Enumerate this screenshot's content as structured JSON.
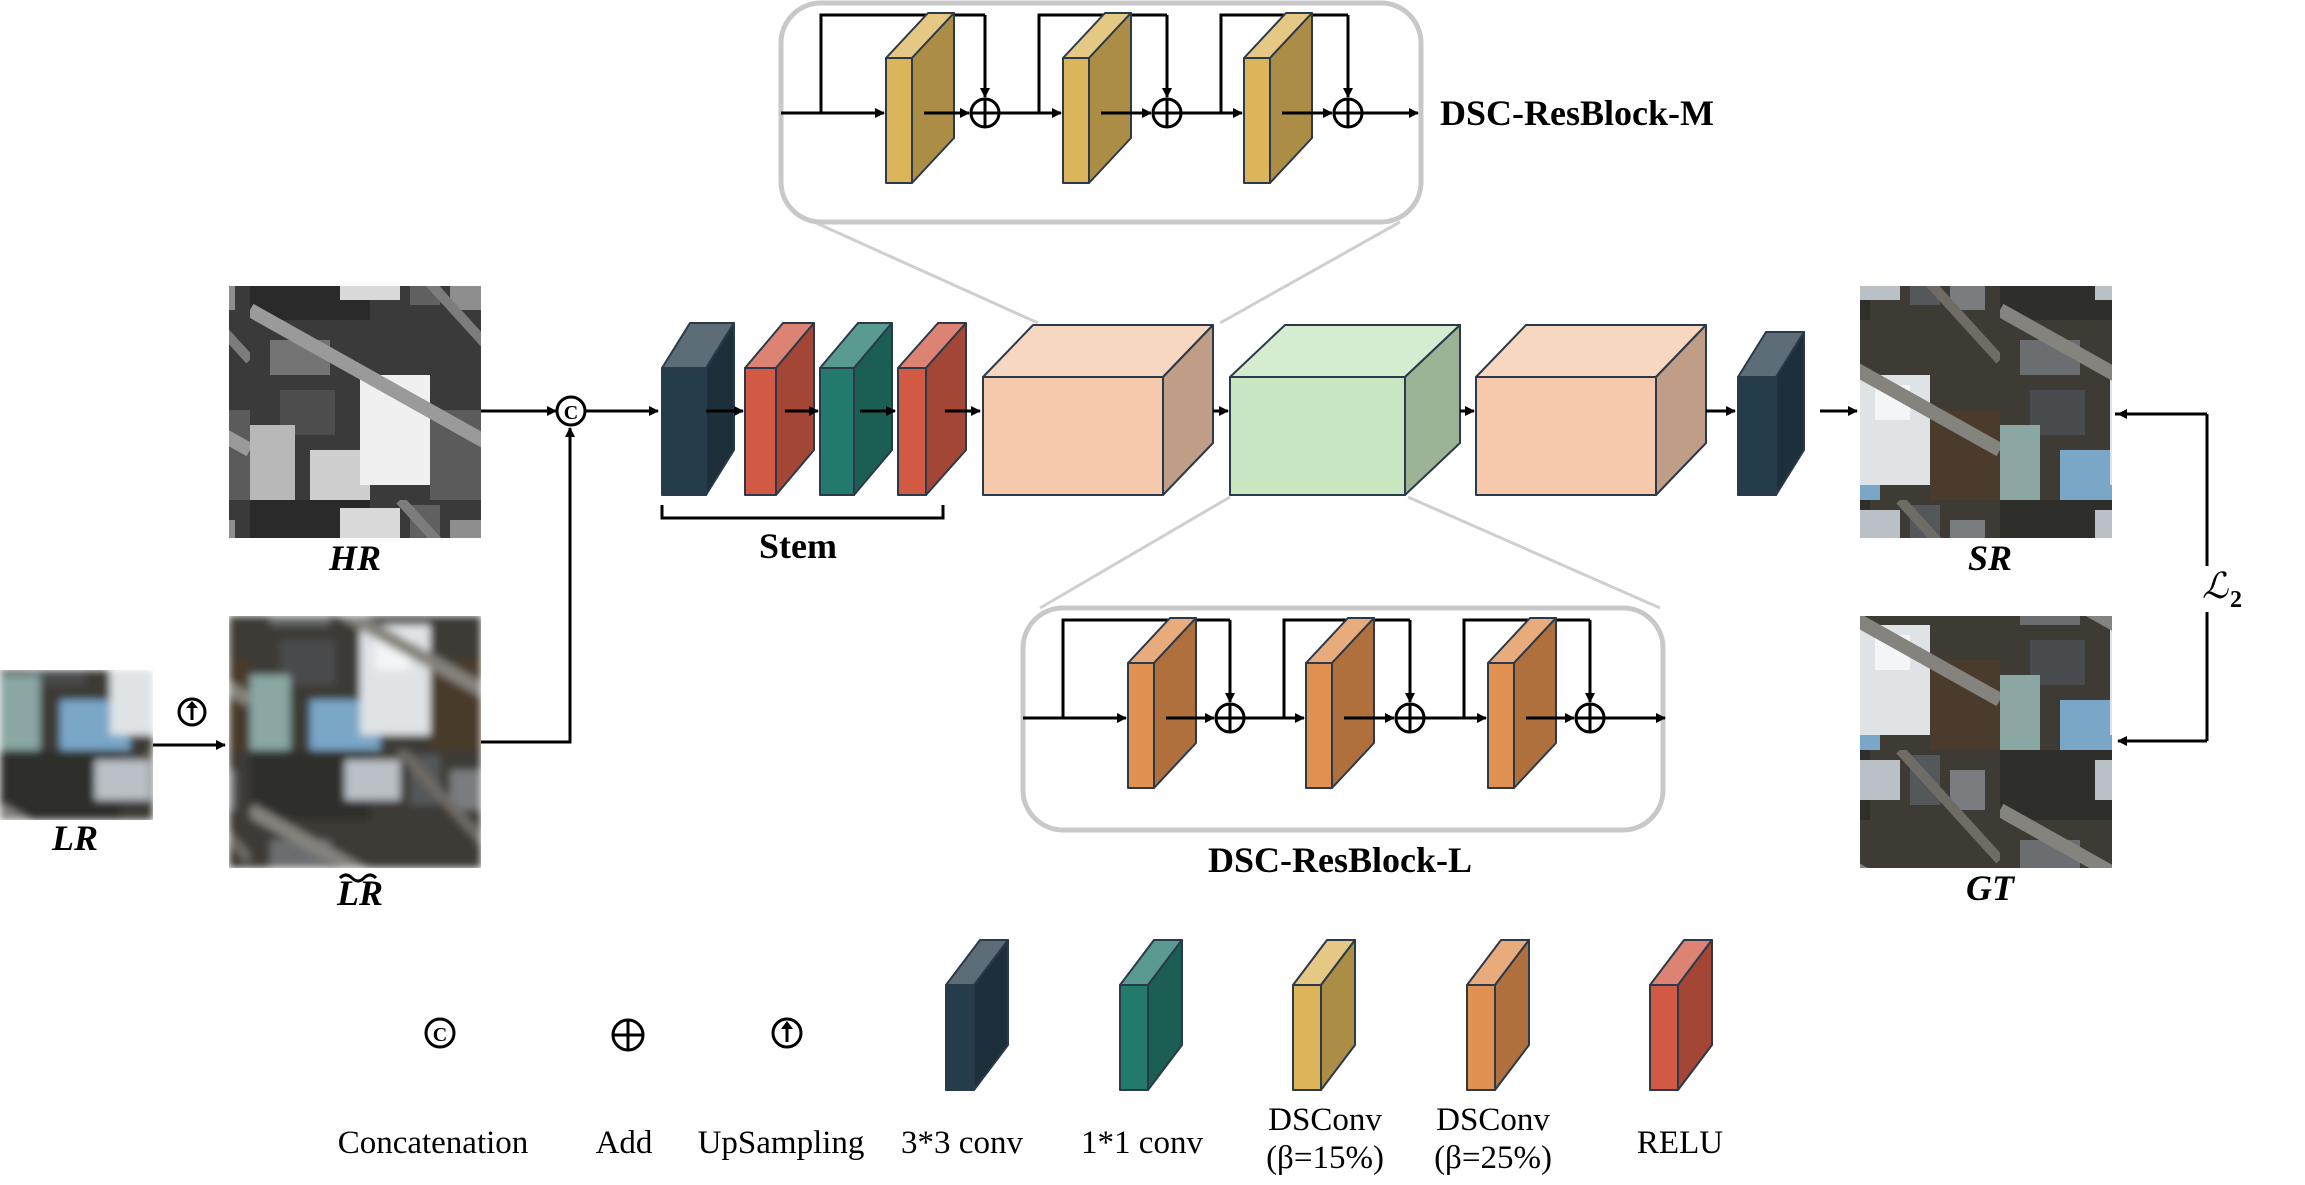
{
  "images": {
    "hr": {
      "label": "HR"
    },
    "lr": {
      "label": "LR"
    },
    "lr_tilde": {
      "label": "LR"
    },
    "sr": {
      "label": "SR"
    },
    "gt": {
      "label": "GT"
    }
  },
  "stem_label": "Stem",
  "block_m_label": "DSC-ResBlock-M",
  "block_l_label": "DSC-ResBlock-L",
  "loss_label": "ℒ",
  "loss_subscript": "2",
  "concat_symbol": "C",
  "legend": {
    "concatenation": "Concatenation",
    "add": "Add",
    "upsampling": "UpSampling",
    "conv3": "3*3 conv",
    "conv1": "1*1 conv",
    "dsconv15_a": "DSConv",
    "dsconv15_b": "(β=15%)",
    "dsconv25_a": "DSConv",
    "dsconv25_b": "(β=25%)",
    "relu": "RELU"
  },
  "colors": {
    "conv3": "#253c4b",
    "conv1": "#237a6c",
    "relu": "#d25a44",
    "dsconv15": "#dcb55a",
    "dsconv25": "#e09050",
    "block_m": "#f6c9ac",
    "block_l": "#c8e6c0"
  }
}
